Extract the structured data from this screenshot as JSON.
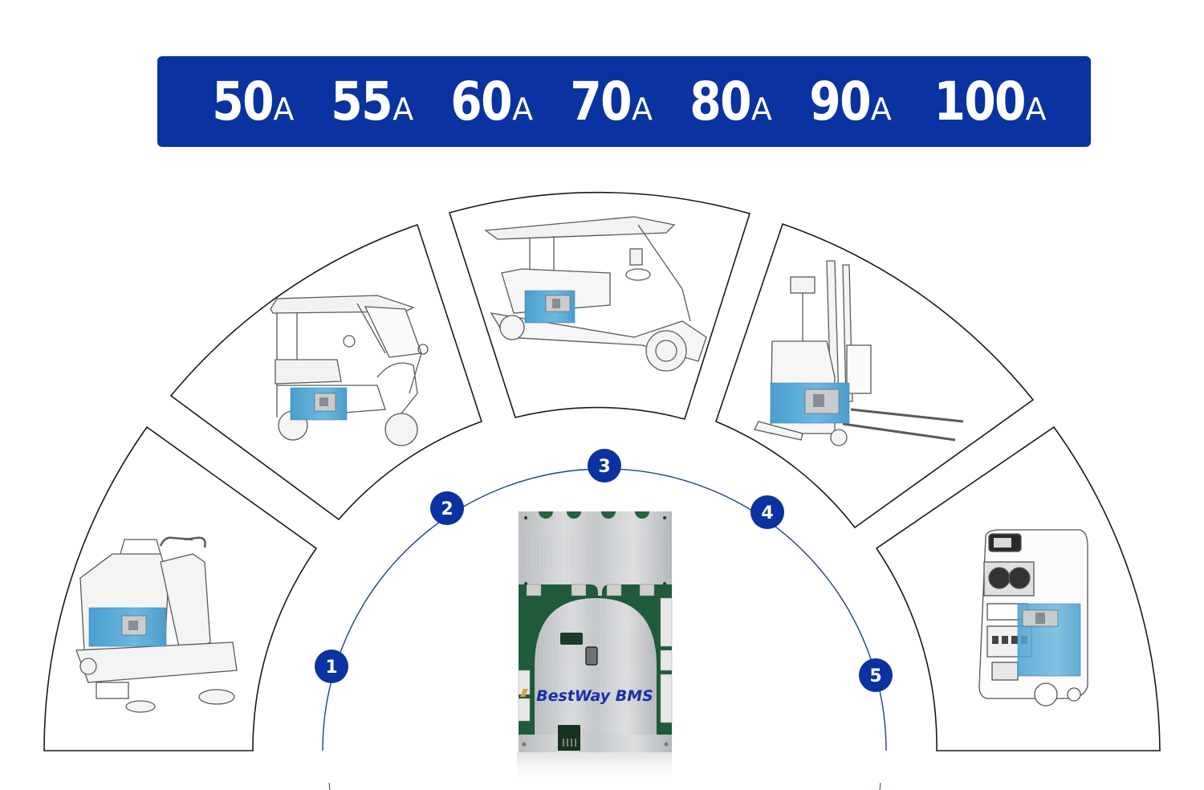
{
  "banner": {
    "background": "#0a32a0",
    "ratings": [
      {
        "value": "50",
        "unit": "A"
      },
      {
        "value": "55",
        "unit": "A"
      },
      {
        "value": "60",
        "unit": "A"
      },
      {
        "value": "70",
        "unit": "A"
      },
      {
        "value": "80",
        "unit": "A"
      },
      {
        "value": "90",
        "unit": "A"
      },
      {
        "value": "100",
        "unit": "A"
      }
    ]
  },
  "center_product": {
    "name": "BMS board",
    "brand_label_a": "Best",
    "brand_label_b": "Way",
    "brand_label_c": " BMS",
    "brand_color": "#1a2fa8",
    "accent_color": "#d9a640"
  },
  "arc": {
    "color": "#1c3e9e",
    "badges": [
      {
        "number": "1"
      },
      {
        "number": "2"
      },
      {
        "number": "3"
      },
      {
        "number": "4"
      },
      {
        "number": "5"
      }
    ],
    "badge_color": "#0a32a0"
  },
  "applications": [
    {
      "number": "1",
      "name": "Floor scrubber / sweeper",
      "icon": "floor-sweeper-icon"
    },
    {
      "number": "2",
      "name": "Electric rickshaw",
      "icon": "e-rickshaw-icon"
    },
    {
      "number": "3",
      "name": "Golf cart",
      "icon": "golf-cart-icon"
    },
    {
      "number": "4",
      "name": "Electric forklift",
      "icon": "forklift-icon"
    },
    {
      "number": "5",
      "name": "Portable power station",
      "icon": "power-station-icon"
    }
  ],
  "battery_color": "#5aaed8"
}
